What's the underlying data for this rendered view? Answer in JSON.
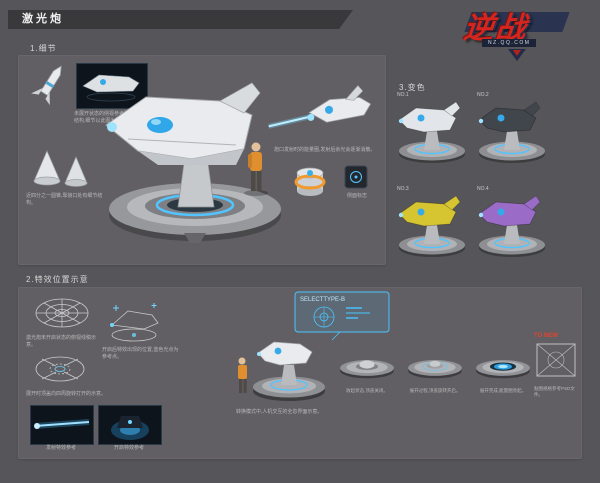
{
  "header": {
    "title": "激光炮"
  },
  "logo": {
    "title": "逆战",
    "subtitle": "NZ.QQ.COM"
  },
  "details": {
    "label": "1.细节",
    "thumb_num": "1",
    "thumb_caption": "未展开状态的侧视参考图,炮身可分为三段结构,细节以此图为准。",
    "cone_caption": "近四分之一圆锥,靠接口处有细节结构。",
    "muzzle_caption": "炮口发射时的能量圈,发射后余光会逐渐消散。",
    "badge_caption": "侧面标志"
  },
  "colors": {
    "label": "3.变色",
    "accent": "#52c4ff",
    "variants": [
      {
        "label": "NO.1",
        "color": "#e2e6ea"
      },
      {
        "label": "NO.2",
        "color": "#41454c"
      },
      {
        "label": "NO.3",
        "color": "#d6c431"
      },
      {
        "label": "NO.4",
        "color": "#9a6cc8"
      }
    ]
  },
  "effects": {
    "label": "2.特效位置示意",
    "sketch1_caption": "激光炮未开启状态的俯视线稿示意。",
    "sketch2_caption": "开启后特效出现的位置,蓝色光点为参考点。",
    "sketch3_caption": "展开时顶盖向四周旋转打开的示意。",
    "beam_caption": "发射特效参考",
    "glow_caption": "开启特效参考",
    "holo_title": "SELECTTYPE-B",
    "holo_caption": "转换模式中,人机交互的全息界面示意。",
    "states": [
      {
        "caption": "收起状态,顶盖关闭。"
      },
      {
        "caption": "展开过程,顶盖旋转开启。"
      },
      {
        "caption": "展开完成,能量圈亮起。"
      }
    ],
    "card_tag": "TO NEW",
    "card_caption": "贴图规格参考PSD文件。"
  }
}
